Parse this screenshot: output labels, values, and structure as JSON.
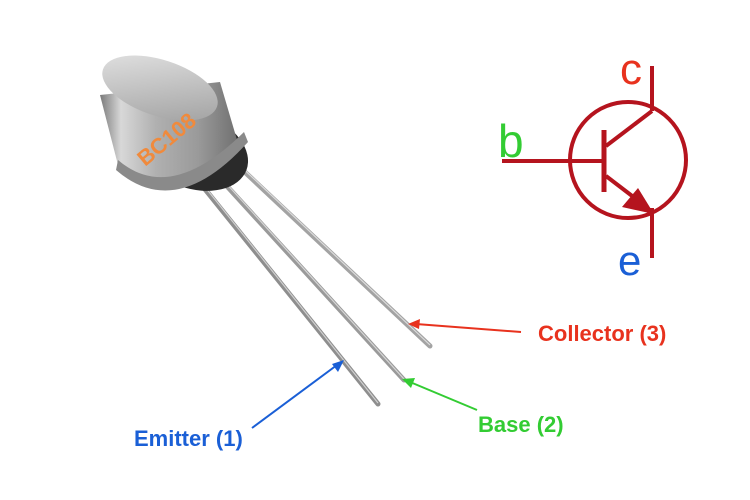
{
  "device": {
    "marking": "BC108"
  },
  "callouts": {
    "collector": "Collector (3)",
    "base": "Base (2)",
    "emitter": "Emitter (1)"
  },
  "symbol": {
    "collector_letter": "c",
    "base_letter": "b",
    "emitter_letter": "e"
  },
  "colors": {
    "collector": "#e8321e",
    "base": "#33cc33",
    "emitter": "#1a5fd6",
    "symbol_line": "#b5141e",
    "marking": "#f08a3c"
  }
}
